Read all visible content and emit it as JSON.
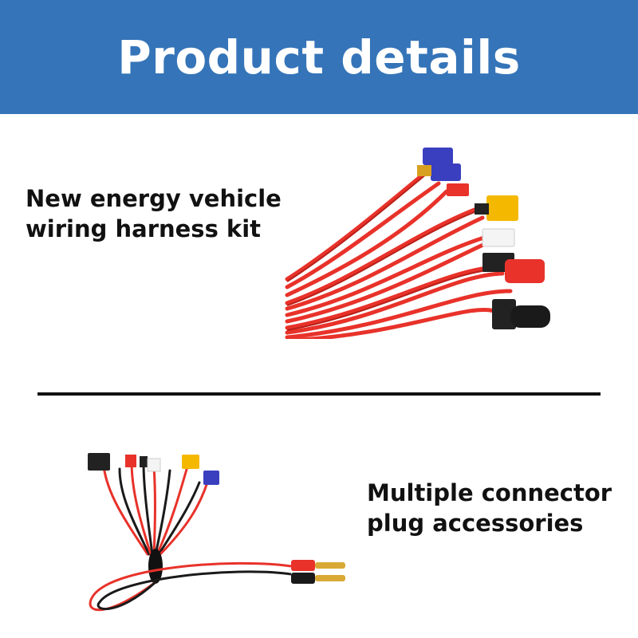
{
  "header": {
    "title": "Product details"
  },
  "section1": {
    "caption_line1": "New energy vehicle",
    "caption_line2": "wiring harness kit"
  },
  "section2": {
    "caption_line1": "Multiple connector",
    "caption_line2": "plug accessories"
  },
  "colors": {
    "banner": "#3574b8",
    "wire_red": "#e8322a",
    "wire_black": "#1a1a1a",
    "connector_yellow": "#f5b800",
    "connector_blue": "#3a3fbf"
  }
}
